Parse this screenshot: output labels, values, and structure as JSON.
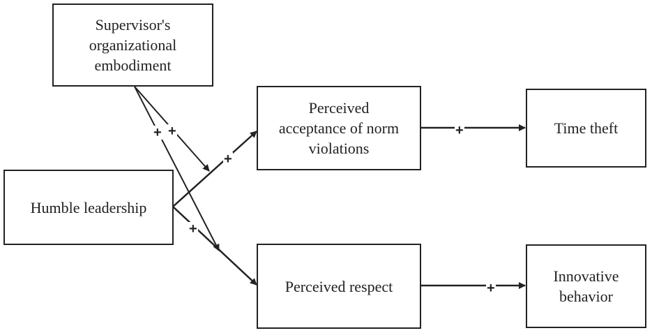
{
  "nodes": {
    "supervisor": "Supervisor's\norganizational\nembodiment",
    "humble": "Humble leadership",
    "acceptance": "Perceived\nacceptance of norm\nviolations",
    "respect": "Perceived respect",
    "time_theft": "Time theft",
    "innovative": "Innovative\nbehavior"
  },
  "signs": {
    "mod_upper": "+",
    "mod_lower": "+",
    "humble_to_acceptance": "+",
    "humble_to_respect": "+",
    "acceptance_to_time_theft": "+",
    "respect_to_innovative": "+"
  },
  "colors": {
    "stroke": "#222222",
    "background": "#ffffff"
  }
}
